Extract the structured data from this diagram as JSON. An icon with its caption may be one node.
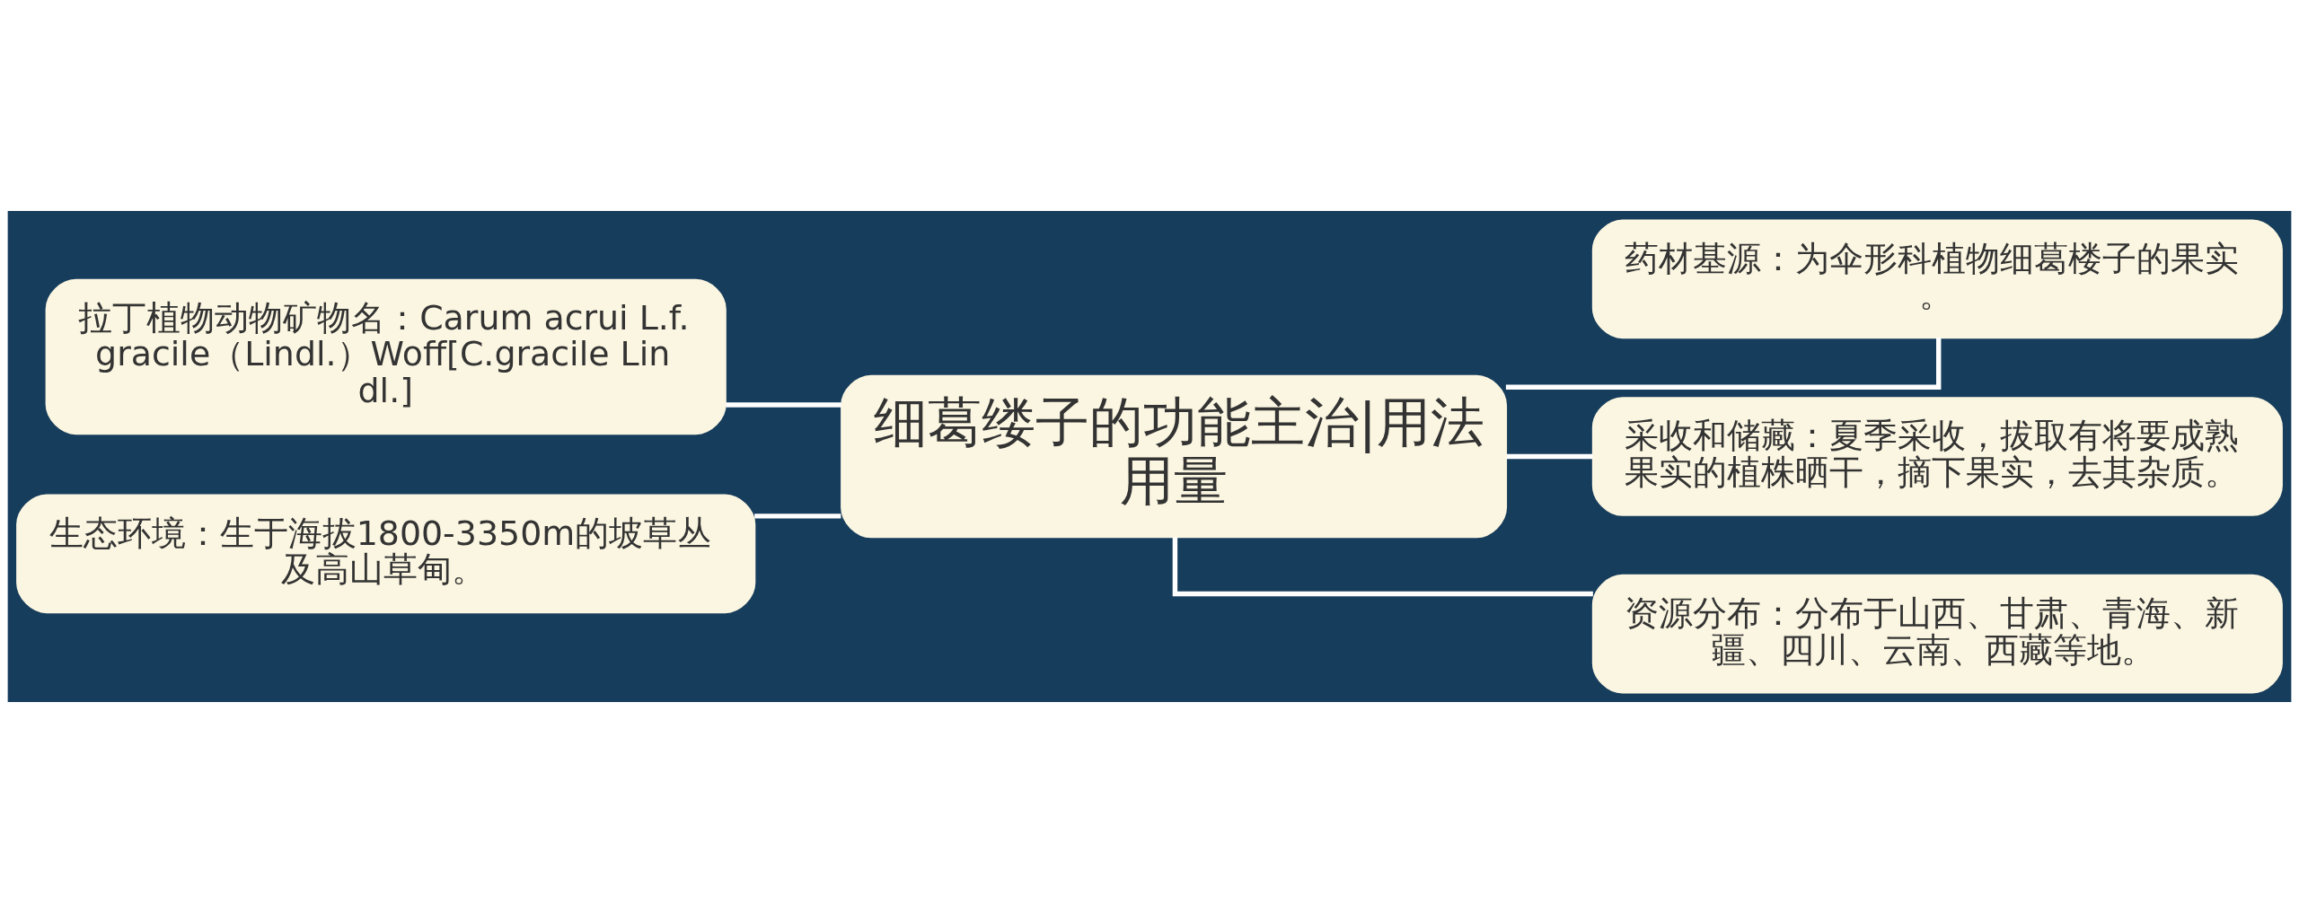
{
  "diagram": {
    "nodes": [
      {
        "text": [
          "细葛缕子的功能主治|用法用量"
        ]
      },
      {
        "text": [
          "拉丁植物动物矿物名：Carum acrui L.f. gracile（Lindl.）Woff[C.gracile Lindl.]"
        ]
      },
      {
        "text": [
          "生态环境：生于海拔1800-3350m的坡草丛及高山草甸。"
        ]
      },
      {
        "text": [
          "药材基源：为伞形科植物细葛楼子的果实。"
        ]
      },
      {
        "text": [
          "采收和储藏：夏季采收，拔取有将要成熟果实的植株晒干，摘下果实，去其杂质。"
        ]
      },
      {
        "text": [
          "资源分布：分布于山西、甘肃、青海、新疆、四川、云南、西藏等地。"
        ]
      }
    ],
    "edges": [
      {
        "from": 0,
        "to": 1,
        "arrow": "none"
      },
      {
        "from": 0,
        "to": 2,
        "arrow": "none"
      },
      {
        "from": 0,
        "to": 3,
        "arrow": "none"
      },
      {
        "from": 0,
        "to": 4,
        "arrow": "none"
      },
      {
        "from": 0,
        "to": 5,
        "arrow": "none"
      }
    ]
  }
}
